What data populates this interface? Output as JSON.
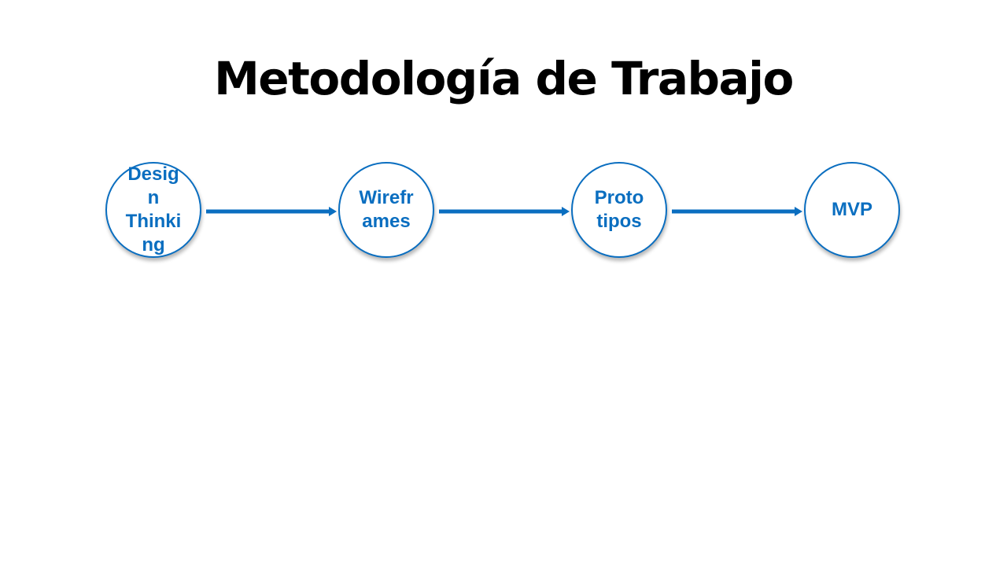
{
  "slide": {
    "title": "Metodología de Trabajo"
  },
  "flow": {
    "steps": [
      {
        "label": "Desig\nn\nThinki\nng"
      },
      {
        "label": "Wirefr\names"
      },
      {
        "label": "Proto\ntipos"
      },
      {
        "label": "MVP"
      }
    ],
    "colors": {
      "accent": "#0A6EC0",
      "title": "#000000",
      "background": "#FFFFFF"
    }
  }
}
